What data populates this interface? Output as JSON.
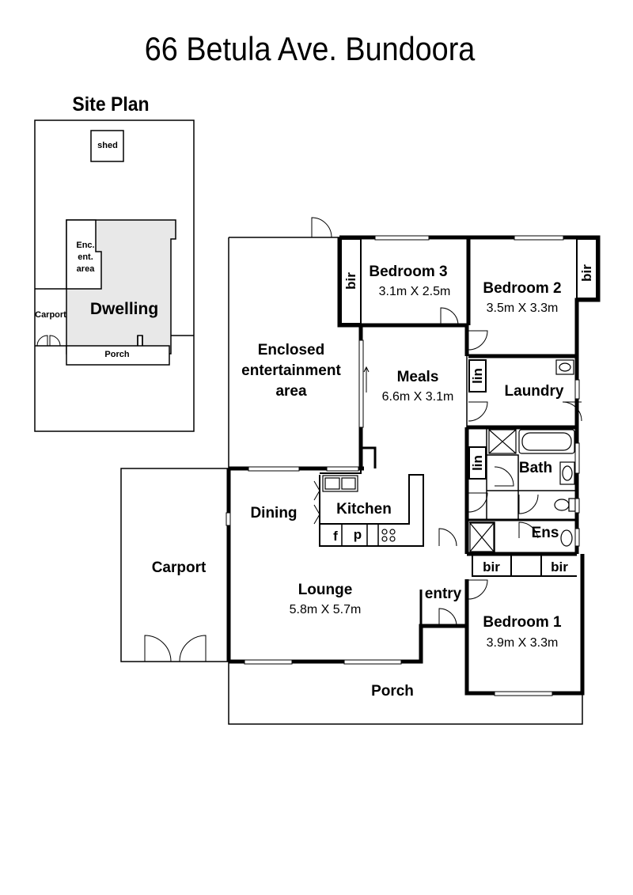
{
  "title": "66 Betula Ave. Bundoora",
  "site_plan": {
    "title": "Site Plan",
    "shed": "shed",
    "enc_ent_area": [
      "Enc.",
      "ent.",
      "area"
    ],
    "dwelling": "Dwelling",
    "carport": "Carport",
    "porch": "Porch"
  },
  "rooms": {
    "bedroom3": {
      "name": "Bedroom 3",
      "size": "3.1m X 2.5m"
    },
    "bedroom2": {
      "name": "Bedroom 2",
      "size": "3.5m X 3.3m"
    },
    "bedroom1": {
      "name": "Bedroom 1",
      "size": "3.9m X 3.3m"
    },
    "meals": {
      "name": "Meals",
      "size": "6.6m X 3.1m"
    },
    "lounge": {
      "name": "Lounge",
      "size": "5.8m X 5.7m"
    },
    "enclosed": [
      "Enclosed",
      "entertainment",
      "area"
    ],
    "laundry": "Laundry",
    "bath": "Bath",
    "ens": "Ens",
    "kitchen": "Kitchen",
    "dining": "Dining",
    "carport": "Carport",
    "porch": "Porch",
    "entry": "entry",
    "bir": "bir",
    "lin": "lin",
    "fridge": "f",
    "pantry": "p"
  }
}
